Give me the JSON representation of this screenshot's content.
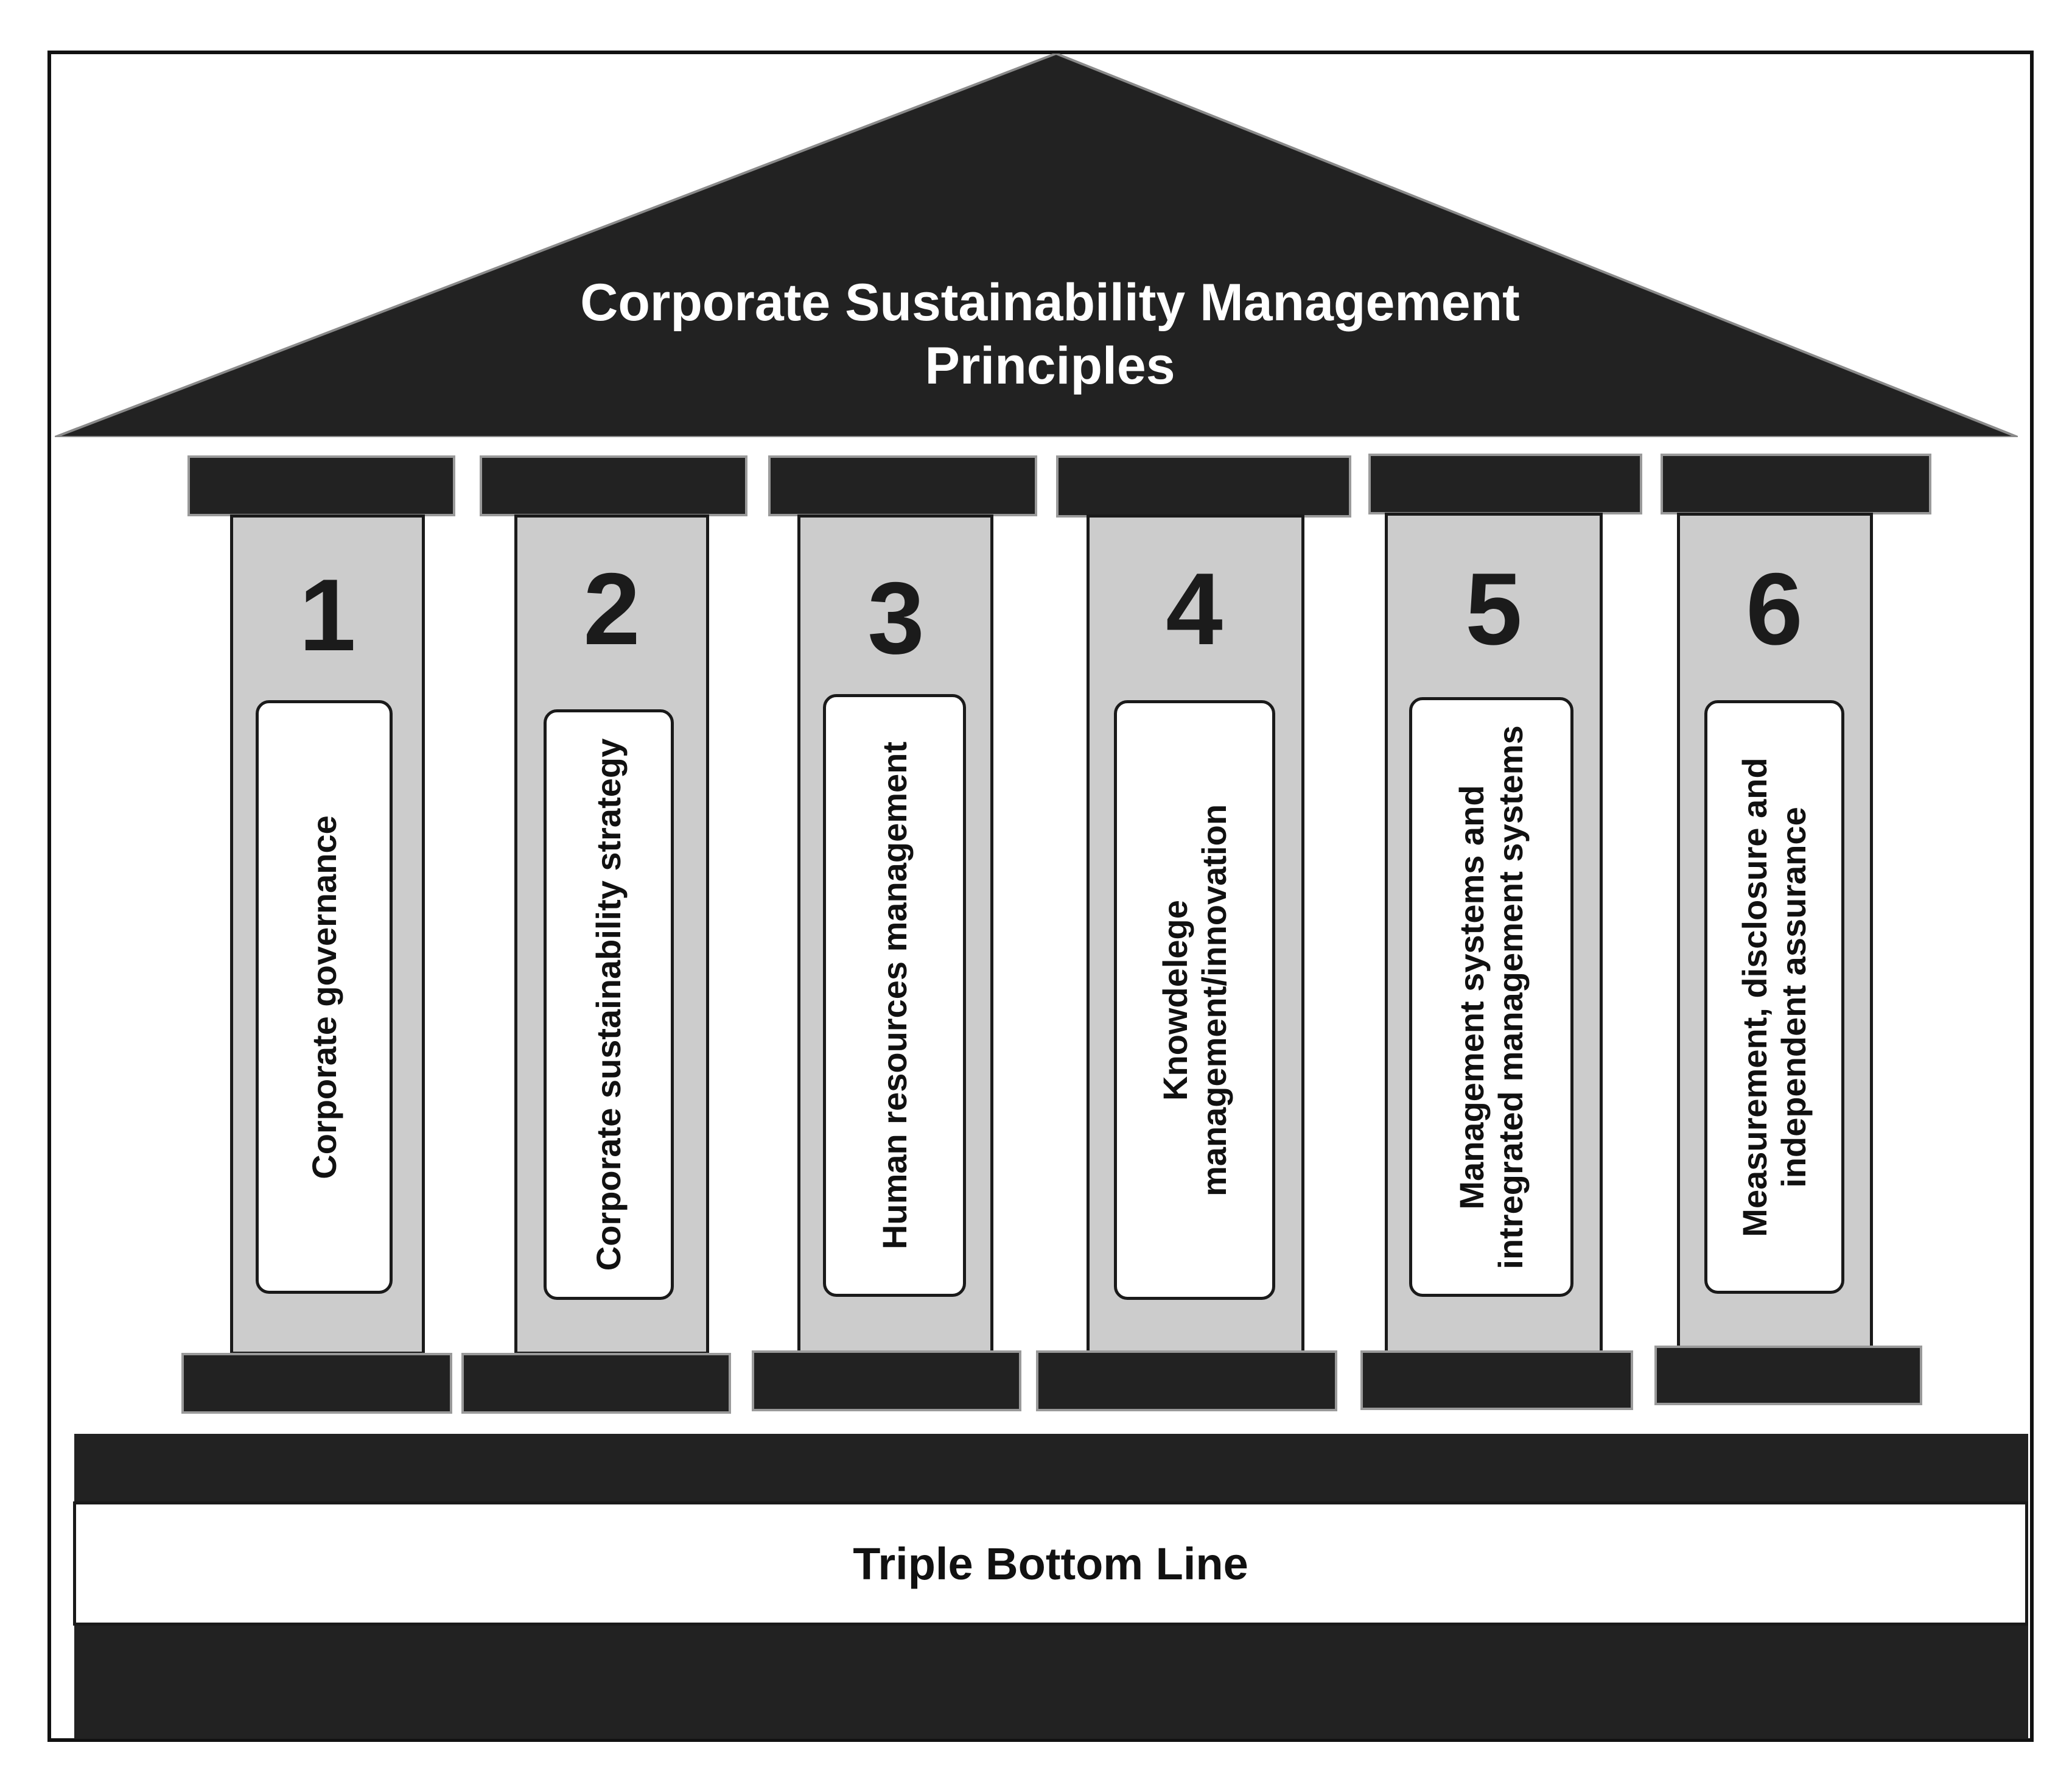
{
  "title_lines": [
    "Corporate Sustainability Management",
    "Principles"
  ],
  "pillars": [
    {
      "number": "1",
      "label": "Corporate governance"
    },
    {
      "number": "2",
      "label": "Corporate sustainability strategy"
    },
    {
      "number": "3",
      "label": "Human resources management"
    },
    {
      "number": "4",
      "label": "Knowdelege\nmanagement/innovation"
    },
    {
      "number": "5",
      "label": "Management  systems and\nintregrated management systems"
    },
    {
      "number": "6",
      "label": "Measurement, disclosure and\nindependent assurance"
    }
  ],
  "foundation_label": "Triple Bottom Line",
  "colors": {
    "dark": "#222222",
    "pillar_fill": "#cccccc",
    "panel_fill": "#ffffff"
  }
}
